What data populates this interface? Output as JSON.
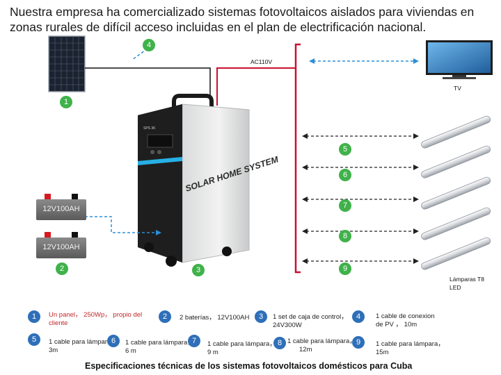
{
  "title_line1": "Nuestra empresa ha comercializado sistemas fotovoltaicos aislados para viviendas en",
  "title_line2": "zonas rurales de difícil acceso incluidas en el plan de electrificación nacional.",
  "labels": {
    "ac": "AC110V",
    "tv": "TV",
    "lamps": [
      "Lámparas T8",
      "LED"
    ],
    "battery": "12V100AH",
    "unit_brand": "SOLAR HOME SYSTEM",
    "unit_model": "SPS 3K"
  },
  "markers": {
    "n1": "1",
    "n2": "2",
    "n3": "3",
    "n4": "4",
    "n5": "5",
    "n6": "6",
    "n7": "7",
    "n8": "8",
    "n9": "9"
  },
  "legend": [
    {
      "num": "1",
      "text": "Un panel， 250Wp， propio del",
      "text2": "cliente"
    },
    {
      "num": "2",
      "text": "2 baterías， 12V100AH",
      "text2": ""
    },
    {
      "num": "3",
      "text": "1 set de caja de control，",
      "text2": "24V300W"
    },
    {
      "num": "4",
      "text": "1 cable de conexion",
      "text2": "de PV ， 10m"
    },
    {
      "num": "5",
      "text": "1 cable para lámpara",
      "text2": "3m"
    },
    {
      "num": "6",
      "text": "1 cable para lámpara，",
      "text2": "6 m"
    },
    {
      "num": "7",
      "text": "1 cable para lámpara，",
      "text2": "9 m"
    },
    {
      "num": "8",
      "text": "1 cable para lámpara，",
      "text2": "12m"
    },
    {
      "num": "9",
      "text": "1 cable para lámpara，",
      "text2": "15m"
    }
  ],
  "footer": "Especificaciones técnicas de los sistemas fotovoltaicos domésticos para Cuba",
  "colors": {
    "green_marker": "#3fb24a",
    "blue_marker": "#2f74c0",
    "red_wire": "#c8102e",
    "blue_dash": "#2a8fd8"
  }
}
